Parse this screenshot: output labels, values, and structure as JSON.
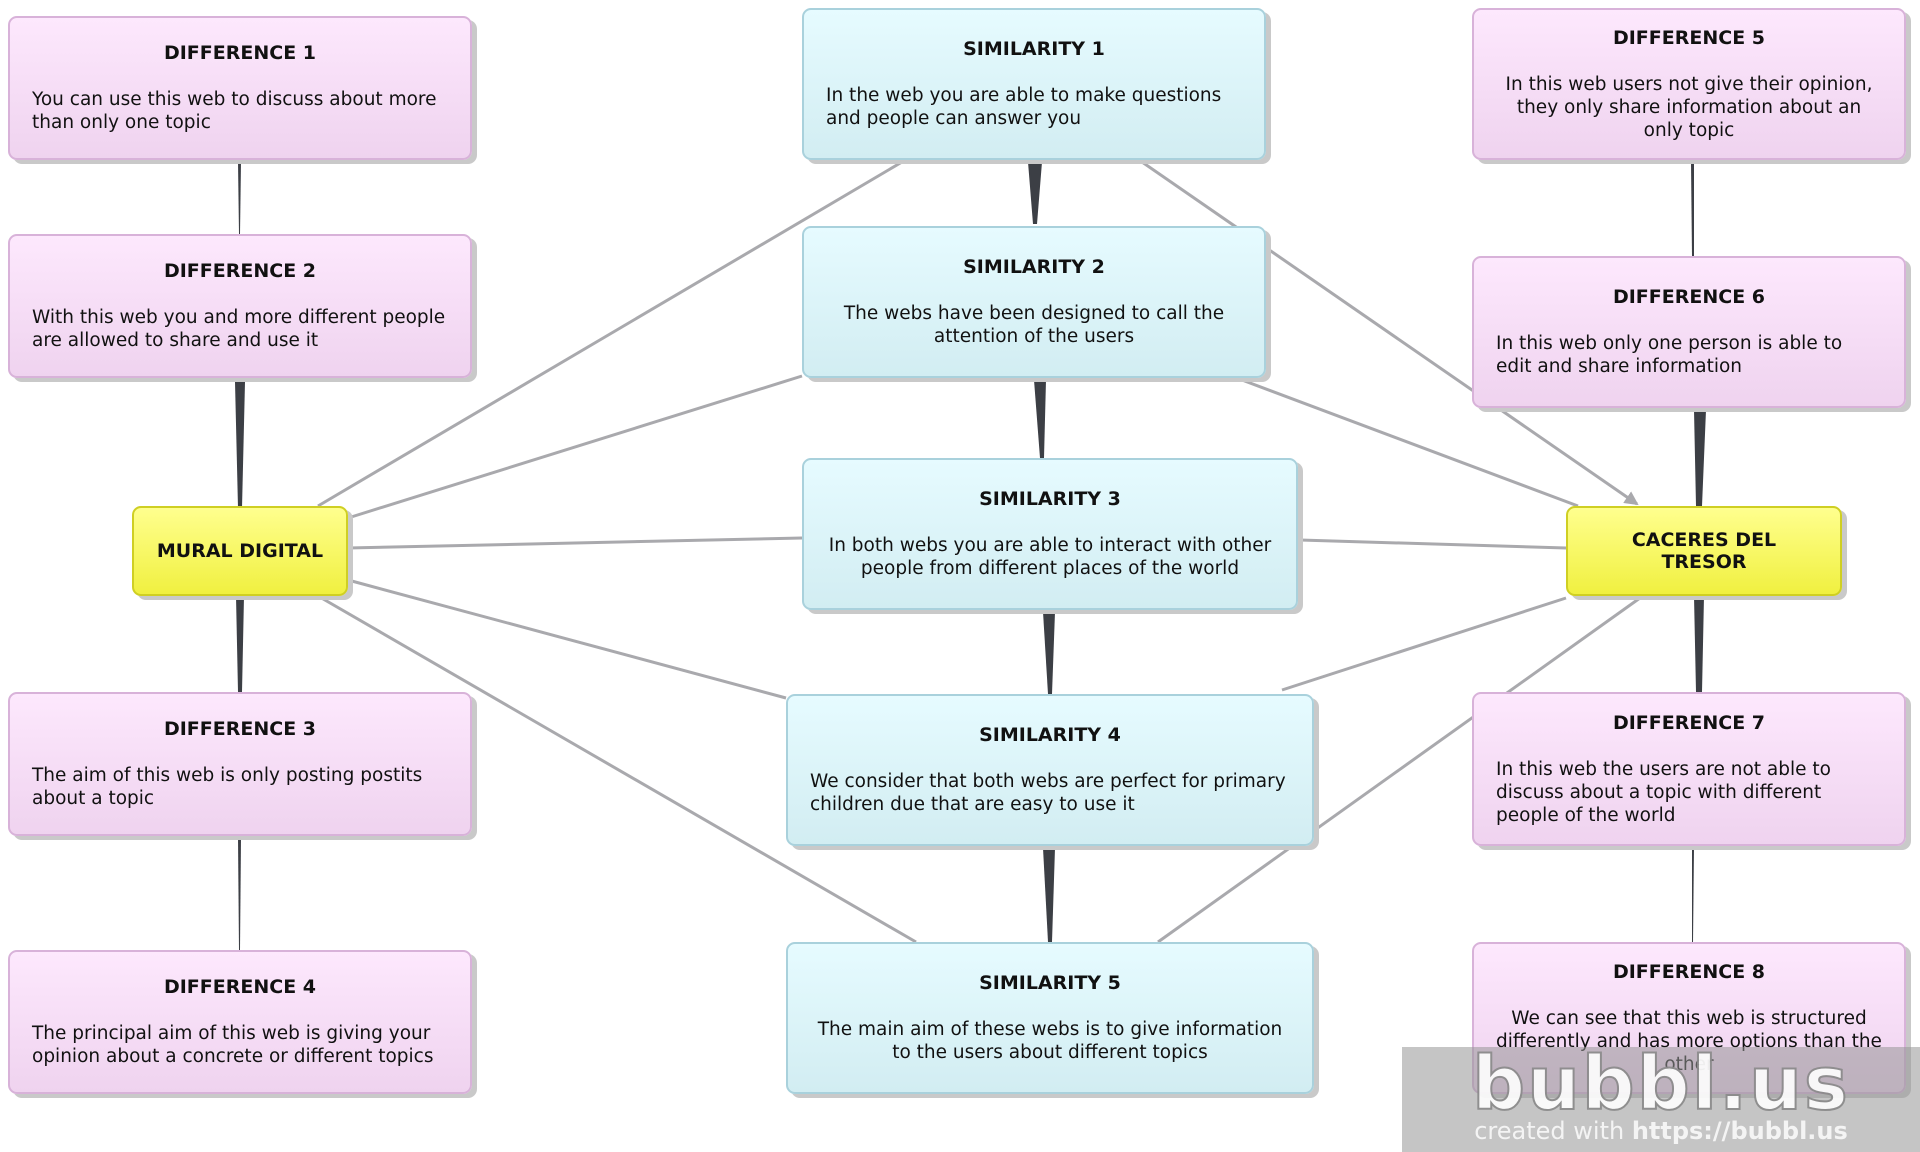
{
  "nodes": {
    "mural": {
      "title": "MURAL DIGITAL"
    },
    "caceres": {
      "title": "CACERES DEL TRESOR"
    },
    "diff1": {
      "title": "DIFFERENCE 1",
      "text": "You can use this web to discuss about more than only one topic"
    },
    "diff2": {
      "title": "DIFFERENCE 2",
      "text": "With this web you and more different people are allowed to share and use it"
    },
    "diff3": {
      "title": "DIFFERENCE 3",
      "text": "The aim of this web is only posting postits about a topic"
    },
    "diff4": {
      "title": "DIFFERENCE 4",
      "text": "The principal aim of this web is giving your opinion about a concrete or different topics"
    },
    "diff5": {
      "title": "DIFFERENCE 5",
      "text": "In this web users not give their opinion, they only share information about an only topic"
    },
    "diff6": {
      "title": "DIFFERENCE 6",
      "text": "In this web only one person is able to edit and share information"
    },
    "diff7": {
      "title": "DIFFERENCE 7",
      "text": "In this web the users are not able to discuss about a topic with different people of the world"
    },
    "diff8": {
      "title": "DIFFERENCE 8",
      "text": "We can see that this web is structured differently and has more options than the other"
    },
    "sim1": {
      "title": "SIMILARITY 1",
      "text": "In the web you are able to make questions and people can answer you"
    },
    "sim2": {
      "title": "SIMILARITY 2",
      "text": "The webs have been designed to call the attention of the users"
    },
    "sim3": {
      "title": "SIMILARITY 3",
      "text": "In both webs you are able to interact with other people from different places of the world"
    },
    "sim4": {
      "title": "SIMILARITY 4",
      "text": "We consider that both webs are perfect for primary children due that are easy to use it"
    },
    "sim5": {
      "title": "SIMILARITY 5",
      "text": "The main aim of these webs is to give information to the users about different topics"
    }
  },
  "colors": {
    "pink": "#f4dcf4",
    "blue": "#dcf3f7",
    "yellow": "#f5f55a",
    "link": "#a9a9ad",
    "tree_link": "#3c3f45"
  },
  "watermark": {
    "logo": "bubbl.us",
    "tagline_prefix": "created with ",
    "tagline_url": "https://bubbl.us"
  }
}
